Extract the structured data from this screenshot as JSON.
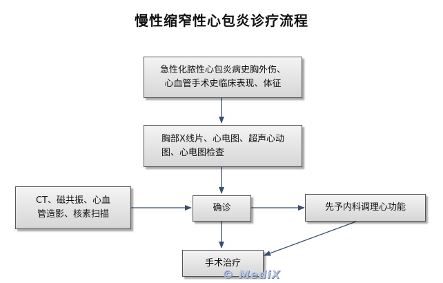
{
  "title": "慢性缩窄性心包炎诊疗流程",
  "nodes": {
    "history": {
      "line1": "急性化脓性心包炎病史胸外伤、",
      "line2": "心血管手术史临床表现、体征"
    },
    "exam": {
      "line1": "胸部X线片、心电图、超声心动",
      "line2": "图、心电图检查"
    },
    "imaging": {
      "line1": "CT、磁共振、心血",
      "line2": "管造影、核素扫描"
    },
    "diagnosis": "确诊",
    "medical": "先予内科调理心功能",
    "surgery": "手术治疗"
  },
  "watermark": "© MediX",
  "colors": {
    "arrow": "#3a4f6e",
    "box_border": "#555555"
  }
}
